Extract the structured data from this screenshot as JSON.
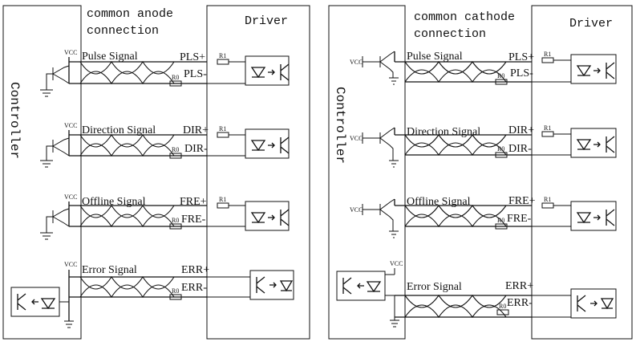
{
  "panels": [
    {
      "title_line1": "common anode",
      "title_line2": "connection",
      "controller_label": "Controller",
      "driver_label": "Driver",
      "signals": [
        {
          "name": "Pulse Signal",
          "pin_pos": "PLS+",
          "pin_neg": "PLS-"
        },
        {
          "name": "Direction Signal",
          "pin_pos": "DIR+",
          "pin_neg": "DIR-"
        },
        {
          "name": "Offline Signal",
          "pin_pos": "FRE+",
          "pin_neg": "FRE-"
        },
        {
          "name": "Error Signal",
          "pin_pos": "ERR+",
          "pin_neg": "ERR-"
        }
      ]
    },
    {
      "title_line1": "common cathode",
      "title_line2": "connection",
      "controller_label": "Controller",
      "driver_label": "Driver",
      "signals": [
        {
          "name": "Pulse Signal",
          "pin_pos": "PLS+",
          "pin_neg": "PLS-"
        },
        {
          "name": "Direction Signal",
          "pin_pos": "DIR+",
          "pin_neg": "DIR-"
        },
        {
          "name": "Offline Signal",
          "pin_pos": "FRE+",
          "pin_neg": "FRE-"
        },
        {
          "name": "Error Signal",
          "pin_pos": "ERR+",
          "pin_neg": "ERR-"
        }
      ]
    }
  ],
  "labels": {
    "vcc": "VCC",
    "r1": "R1",
    "r0": "R0"
  }
}
